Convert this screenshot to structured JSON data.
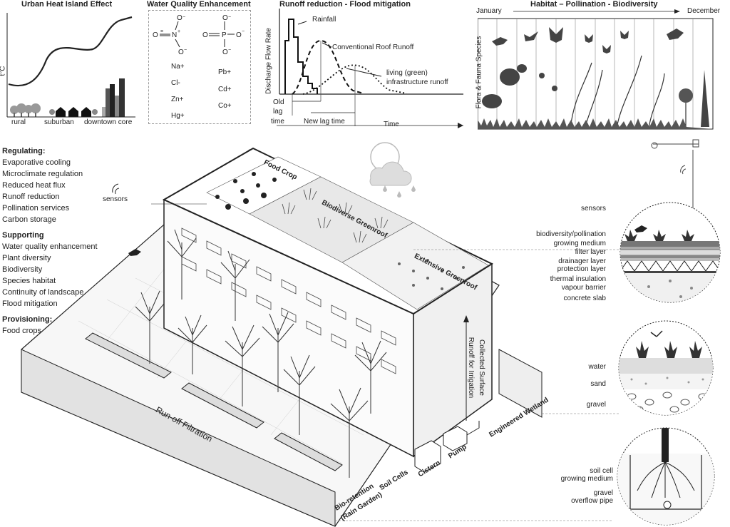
{
  "panels": {
    "heat_island": {
      "title": "Urban Heat Island Effect",
      "ylabel": "t°C",
      "zones": [
        "rural",
        "suburban",
        "downtown core"
      ]
    },
    "water_quality": {
      "title": "Water Quality Enhancement",
      "ions_left": [
        "Na+",
        "Cl-",
        "Zn+",
        "Hg+"
      ],
      "ions_right": [
        "Pb+",
        "Cd+",
        "Co+"
      ]
    },
    "runoff": {
      "title": "Runoff reduction - Flood mitigation",
      "ylabel": "Discharge Flow Rate",
      "xlabel": "Time",
      "rainfall": "Rainfall",
      "conventional": "Conventional Roof Runoff",
      "green_line1": "living (green)",
      "green_line2": "infrastructure runoff",
      "old_lag1": "Old",
      "old_lag2": "lag",
      "old_lag3": "time",
      "new_lag": "New lag time"
    },
    "habitat": {
      "title": "Habitat – Pollination - Biodiversity",
      "start": "January",
      "end": "December",
      "ylabel": "Flora & Fauna Species"
    }
  },
  "services": {
    "regulating": {
      "heading": "Regulating:",
      "items": [
        "Evaporative cooling",
        "Microclimate regulation",
        "Reduced heat flux",
        "Runoff reduction",
        "Pollination services",
        "Carbon storage"
      ]
    },
    "supporting": {
      "heading": "Supporting",
      "items": [
        "Water quality enhancement",
        "Plant diversity",
        "Biodiversity",
        "Species habitat",
        "Continuity of landscape",
        "Flood mitigation"
      ]
    },
    "provisioning": {
      "heading": "Provisioning:",
      "items": [
        "Food crops"
      ]
    }
  },
  "building": {
    "sensors_left": "sensors",
    "food_crop": "Food Crop",
    "biodiverse": "Biodiverse Greenroof",
    "extensive": "Extensive Greenroof",
    "collected": "Collected Surface",
    "runoff_irrigation": "Runoff for Irrigation",
    "runoff_filtration": "Run-off Filtration",
    "bioretention1": "Bio-retention",
    "bioretention2": "(Rain Garden)",
    "soil_cells": "Soil Cells",
    "cistern": "Cistern",
    "pump": "Pump",
    "wetland": "Engineered Wetland"
  },
  "roof_section": {
    "sensors": "sensors",
    "layers": [
      "biodiversity/pollination",
      "growing medium",
      "filter layer",
      "drainager layer",
      "protection layer",
      "thermal insulation",
      "vapour barrier",
      "concrete slab"
    ]
  },
  "wetland_section": {
    "layers": [
      "water",
      "sand",
      "gravel"
    ]
  },
  "soil_section": {
    "layers": [
      "soil cell",
      "growing medium",
      "gravel",
      "overflow pipe"
    ]
  }
}
